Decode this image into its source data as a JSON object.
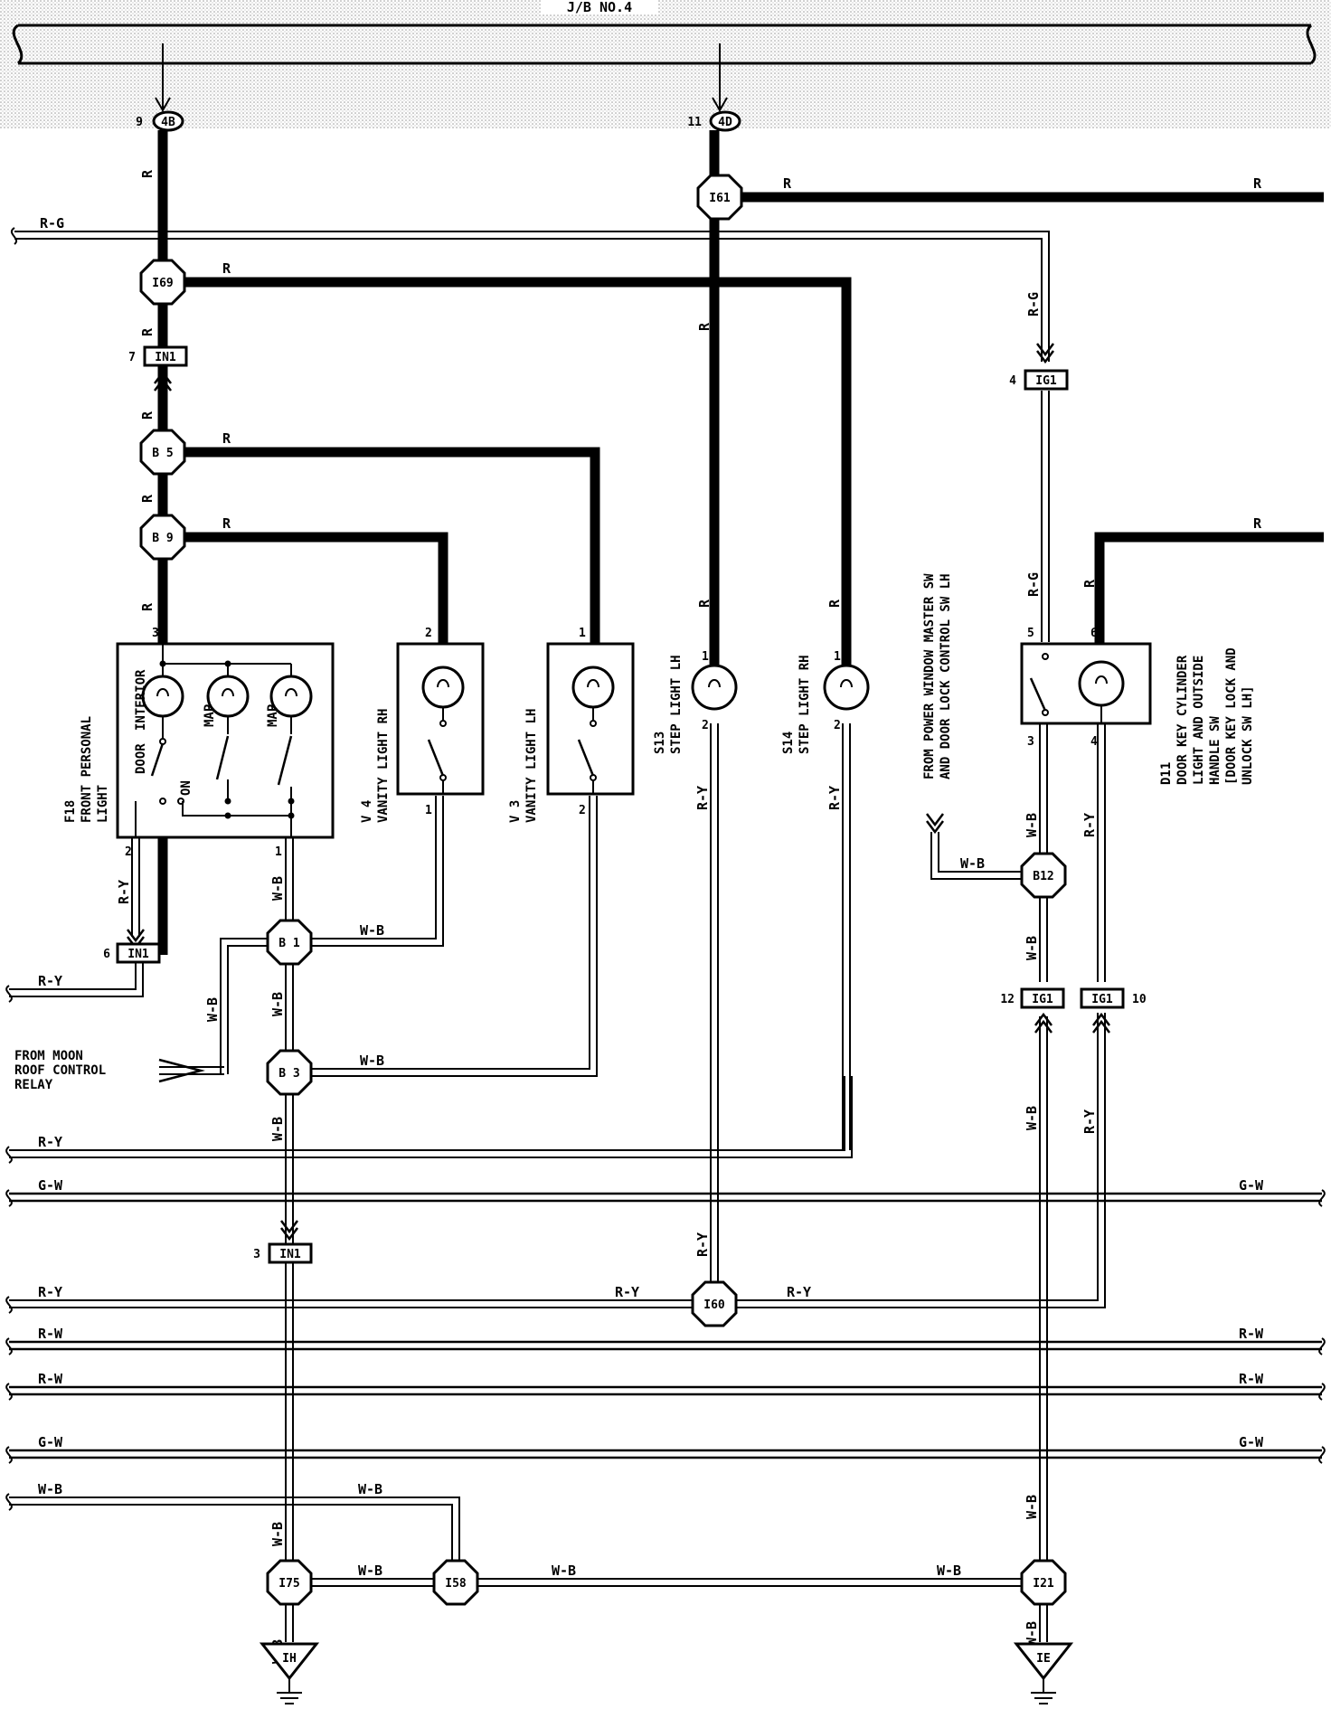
{
  "junction_block": {
    "label": "J/B NO.4",
    "pin_a_num": "9",
    "pin_a_code": "4B",
    "pin_b_num": "11",
    "pin_b_code": "4D"
  },
  "wire_colors": {
    "r": "R",
    "rg": "R-G",
    "ry": "R-Y",
    "wb": "W-B",
    "gw": "G-W",
    "rw": "R-W"
  },
  "junctions": {
    "i61": "I61",
    "i69": "I69",
    "b5": "B 5",
    "b9": "B 9",
    "b1": "B 1",
    "b3": "B 3",
    "b12": "B12",
    "i60": "I60",
    "i75": "I75",
    "i58": "I58",
    "i21": "I21"
  },
  "connectors": {
    "in1_top": {
      "num": "7",
      "code": "IN1"
    },
    "in1_left": {
      "num": "6",
      "code": "IN1"
    },
    "in1_bottom": {
      "num": "3",
      "code": "IN1"
    },
    "ig1_top": {
      "num": "4",
      "code": "IG1"
    },
    "ig1_left": {
      "num": "12",
      "code": "IG1"
    },
    "ig1_right": {
      "num": "10",
      "code": "IG1"
    }
  },
  "components": {
    "f18": {
      "id": "F18",
      "line1": "FRONT PERSONAL",
      "line2": "LIGHT",
      "sw_door": "DOOR",
      "sw_interior": "INTERIOR",
      "sw_map": "MAP",
      "sw_on": "ON",
      "pin3": "3",
      "pin2": "2",
      "pin1": "1"
    },
    "v4": {
      "id": "V 4",
      "name": "VANITY LIGHT RH",
      "pin_top": "2",
      "pin_bottom": "1"
    },
    "v3": {
      "id": "V 3",
      "name": "VANITY LIGHT LH",
      "pin_top": "1",
      "pin_bottom": "2"
    },
    "s13": {
      "id": "S13",
      "name": "STEP LIGHT LH",
      "pin_top": "1",
      "pin_bottom": "2"
    },
    "s14": {
      "id": "S14",
      "name": "STEP LIGHT RH",
      "pin_top": "1",
      "pin_bottom": "2"
    },
    "d11": {
      "id": "D11",
      "line1": "DOOR KEY CYLINDER",
      "line2": "LIGHT AND OUTSIDE",
      "line3": "HANDLE SW",
      "line4": "[DOOR KEY LOCK AND",
      "line5": "UNLOCK SW LH]",
      "pin5": "5",
      "pin6": "6",
      "pin3": "3",
      "pin4": "4"
    }
  },
  "notes": {
    "moon_roof_1": "FROM MOON",
    "moon_roof_2": "ROOF CONTROL",
    "moon_roof_3": "RELAY",
    "pw_master_1": "FROM POWER WINDOW MASTER SW",
    "pw_master_2": "AND DOOR LOCK CONTROL SW LH"
  },
  "grounds": {
    "ih": "IH",
    "ie": "IE"
  }
}
